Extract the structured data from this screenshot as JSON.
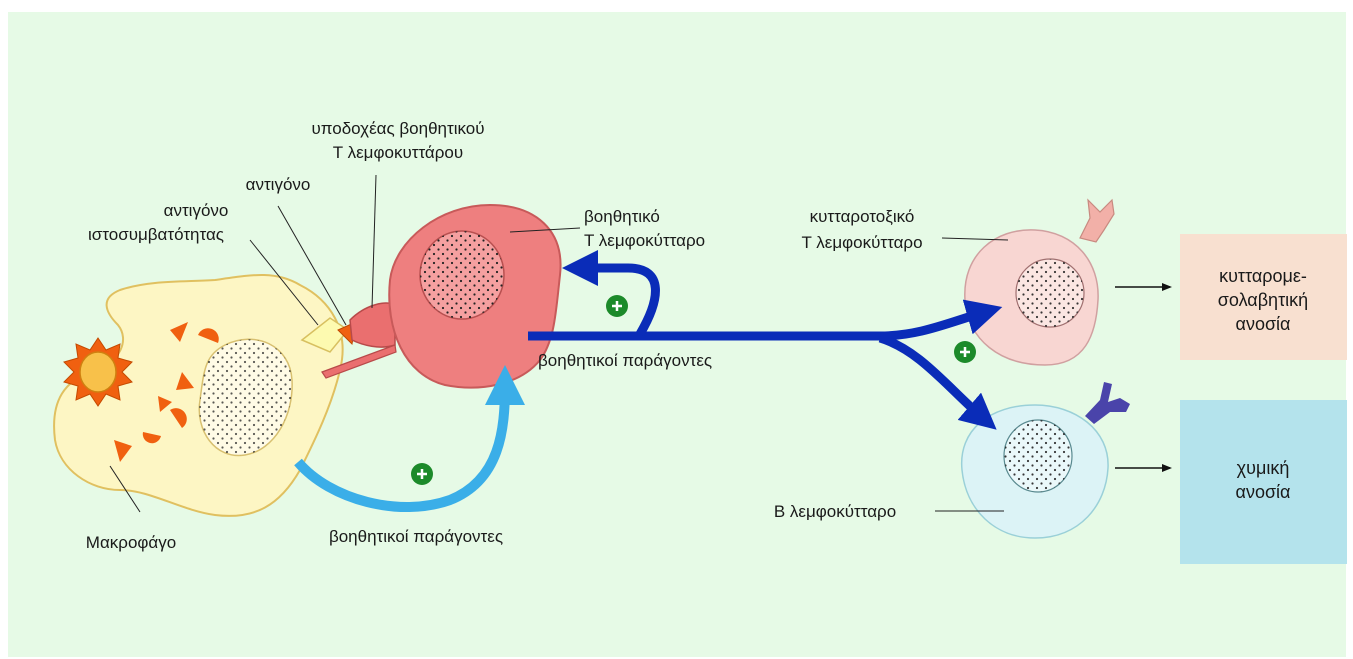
{
  "labels": {
    "receptor_line1": "υποδοχέας βοηθητικού",
    "receptor_line2": "Τ λεμφοκυττάρου",
    "antigen": "αντιγόνο",
    "histo_line1": "αντιγόνο",
    "histo_line2": "ιστοσυμβατότητας",
    "helper_line1": "βοηθητικό",
    "helper_line2": "Τ λεμφοκύτταρο",
    "cytotoxic_line1": "κυτταροτοξικό",
    "cytotoxic_line2": "Τ λεμφοκύτταρο",
    "helper_factors_main": "βοηθητικοί παράγοντες",
    "helper_factors_bottom": "βοηθητικοί παράγοντες",
    "macrophage": "Μακροφάγο",
    "b_cell": "Β λεμφοκύτταρο"
  },
  "boxes": {
    "cell_mediated_line1": "κυτταρομε-",
    "cell_mediated_line2": "σολαβητική",
    "cell_mediated_line3": "ανοσία",
    "humoral_line1": "χυμική",
    "humoral_line2": "ανοσία"
  },
  "colors": {
    "background": "#e6fae6",
    "macrophage_fill": "#fdf6c4",
    "helper_cell_fill": "#ee7f7f",
    "cytotoxic_cell_fill": "#f8d6d2",
    "b_cell_fill": "#dcf3f6",
    "cell_mediated_box": "#f8e0d0",
    "humoral_box": "#b4e3ec",
    "dark_arrow": "#0a2cb8",
    "light_arrow": "#3aaee8",
    "plus_badge": "#1c8a2a",
    "antigen_orange": "#f06010",
    "antibody_purple": "#4a44aa"
  },
  "icons": [
    "plus-badge-icon",
    "antigen-triangle-icon",
    "antibody-y-icon",
    "receptor-icon",
    "bacterium-icon"
  ]
}
